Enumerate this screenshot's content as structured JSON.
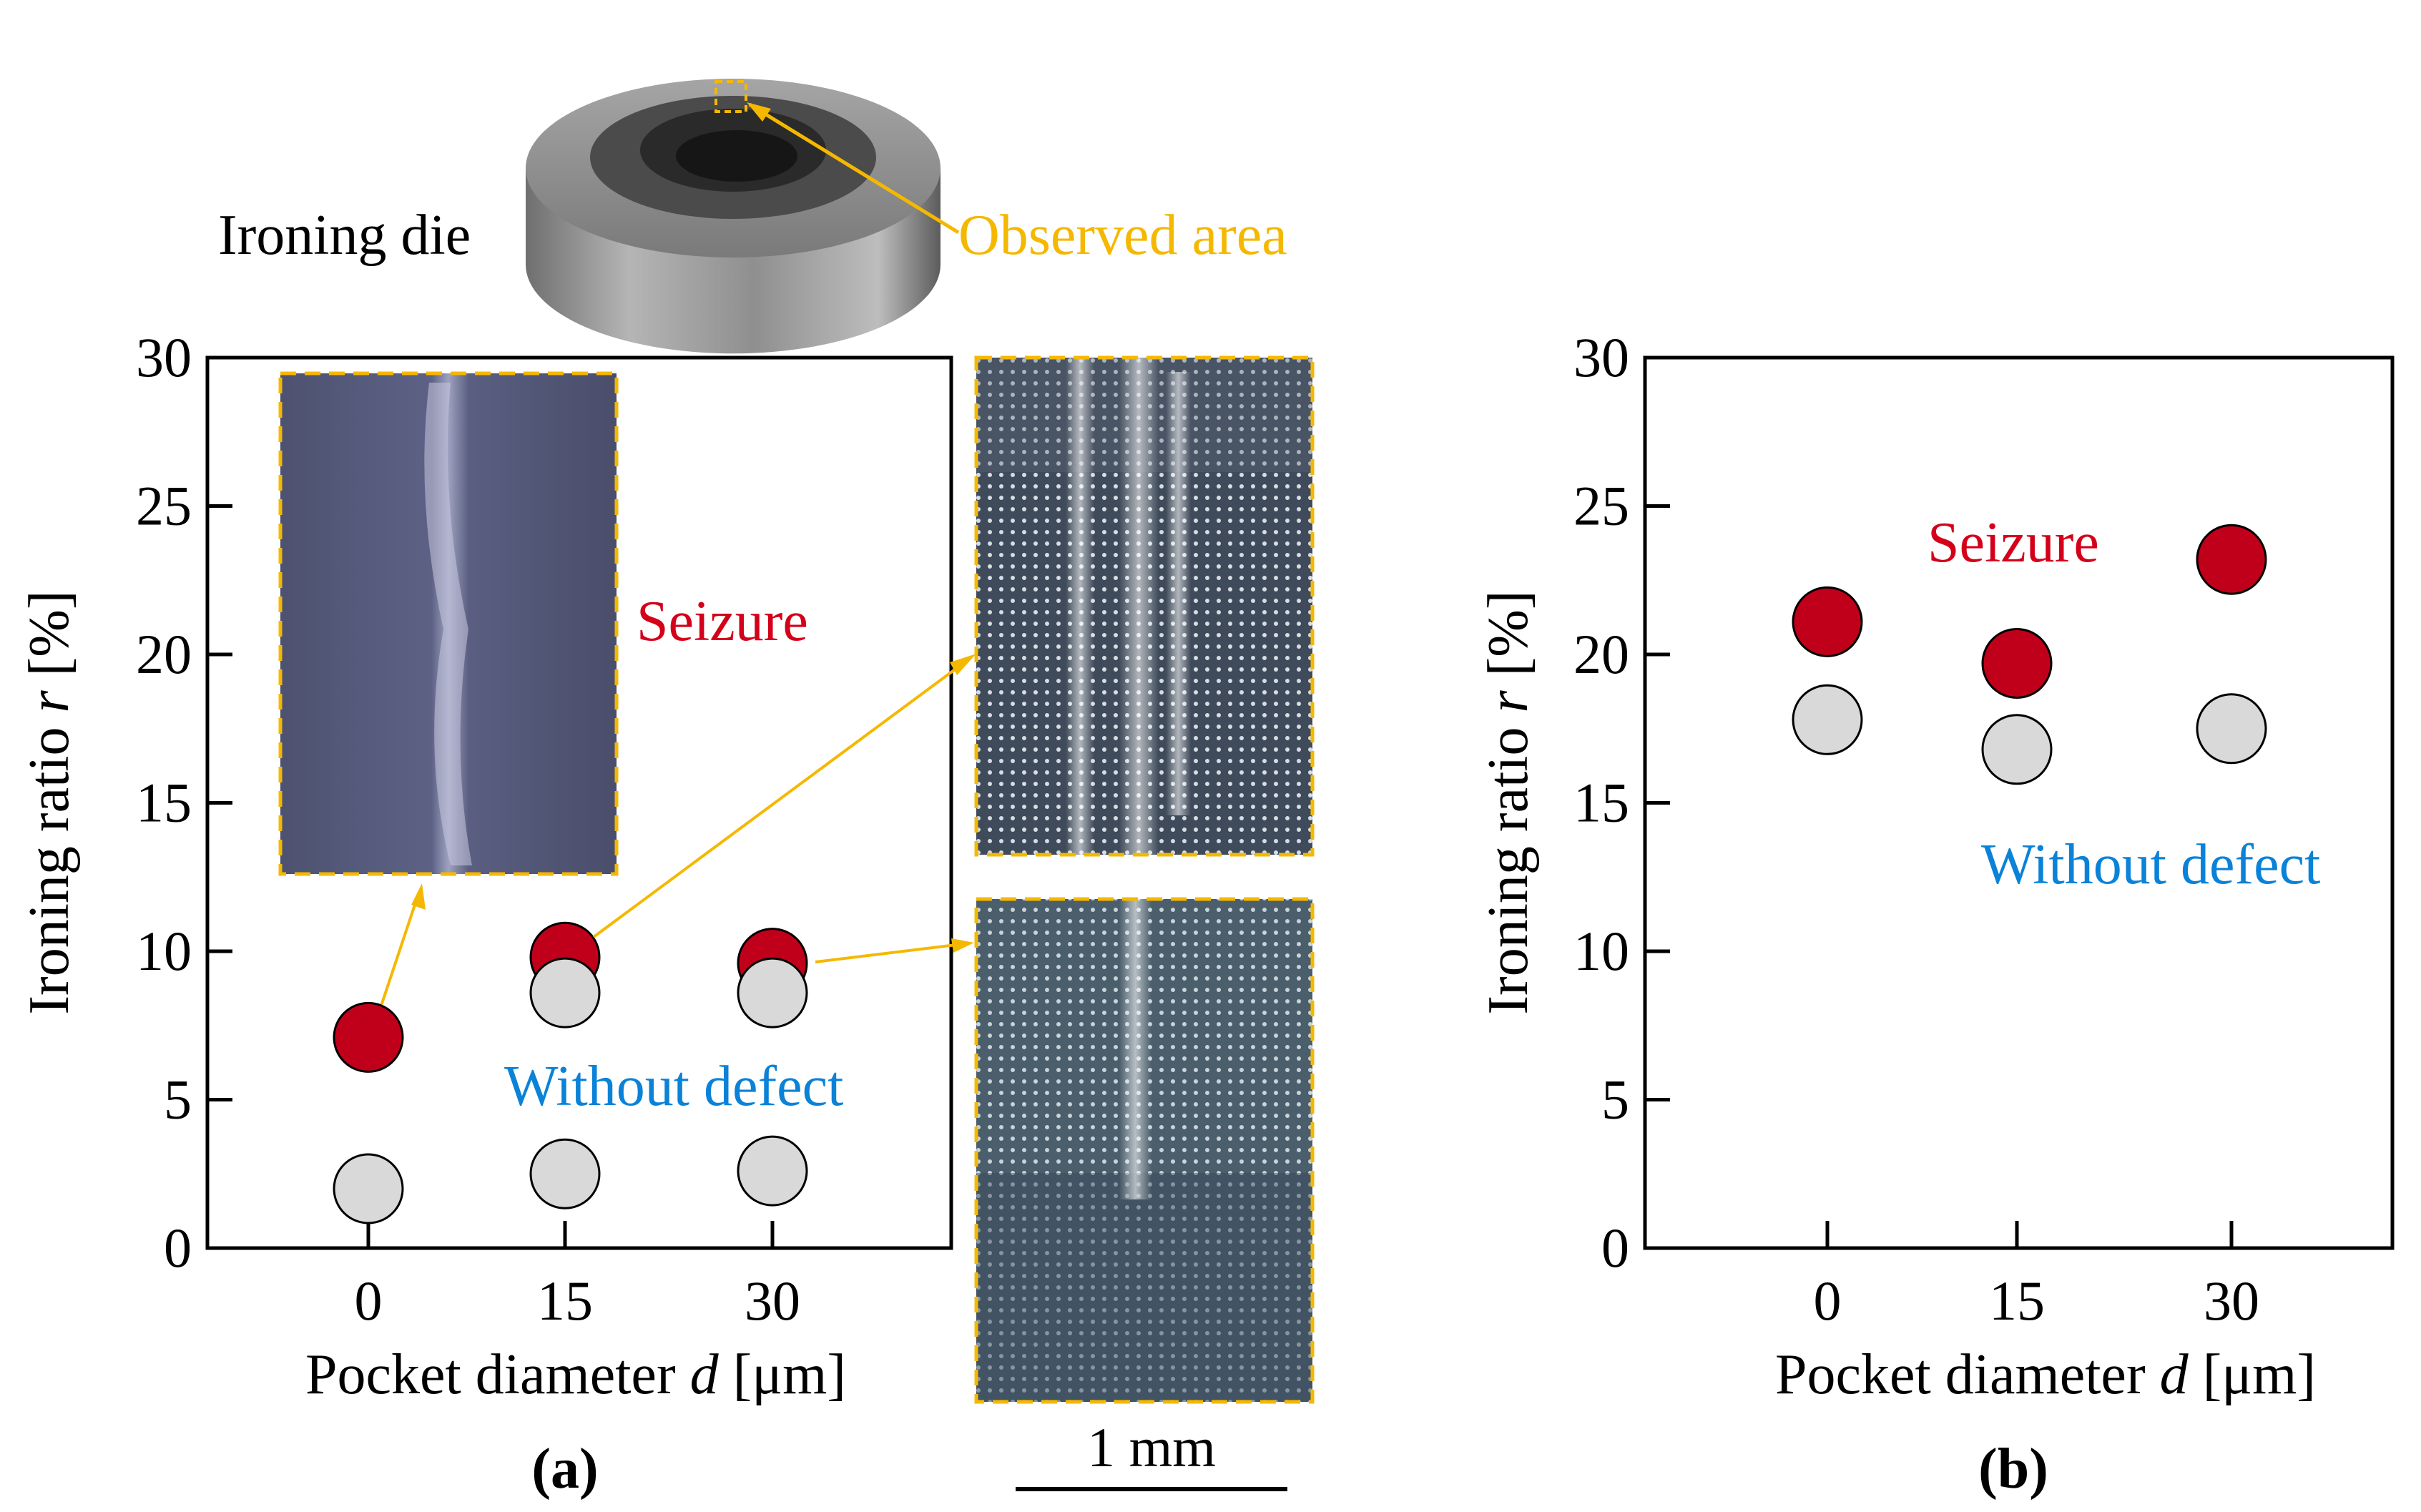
{
  "die_label": "Ironing die",
  "observed_label": "Observed area",
  "scale_bar_label": "1 mm",
  "colors": {
    "seizure": "#c0001a",
    "without_defect": "#d9d9d9",
    "seizure_text": "#d4001a",
    "without_defect_text": "#0a82d8",
    "callout": "#f5b800"
  },
  "chart_data": [
    {
      "type": "scatter",
      "panel_label": "(a)",
      "xlabel_main": "Pocket diameter ",
      "xlabel_var": "d",
      "xlabel_unit": " [μm]",
      "ylabel_main": "Ironing ratio ",
      "ylabel_var": "r",
      "ylabel_unit": " [%]",
      "x_ticks": [
        "0",
        "15",
        "30"
      ],
      "y_ticks": [
        "0",
        "5",
        "10",
        "15",
        "20",
        "25",
        "30"
      ],
      "ylim": [
        0,
        30
      ],
      "region_labels": {
        "seizure": "Seizure",
        "without_defect": "Without defect"
      },
      "series": [
        {
          "name": "Seizure",
          "points": [
            [
              0,
              7.1
            ],
            [
              15,
              9.8
            ],
            [
              30,
              9.6
            ]
          ]
        },
        {
          "name": "Without defect",
          "points": [
            [
              0,
              2.0
            ],
            [
              15,
              2.5
            ],
            [
              30,
              2.6
            ],
            [
              15,
              8.6
            ],
            [
              30,
              8.6
            ]
          ]
        }
      ]
    },
    {
      "type": "scatter",
      "panel_label": "(b)",
      "xlabel_main": "Pocket diameter ",
      "xlabel_var": "d",
      "xlabel_unit": " [μm]",
      "ylabel_main": "Ironing ratio ",
      "ylabel_var": "r",
      "ylabel_unit": " [%]",
      "x_ticks": [
        "0",
        "15",
        "30"
      ],
      "y_ticks": [
        "0",
        "5",
        "10",
        "15",
        "20",
        "25",
        "30"
      ],
      "ylim": [
        0,
        30
      ],
      "region_labels": {
        "seizure": "Seizure",
        "without_defect": "Without defect"
      },
      "series": [
        {
          "name": "Seizure",
          "points": [
            [
              0,
              21.1
            ],
            [
              15,
              19.7
            ],
            [
              30,
              23.2
            ]
          ]
        },
        {
          "name": "Without defect",
          "points": [
            [
              0,
              17.8
            ],
            [
              15,
              16.8
            ],
            [
              30,
              17.5
            ]
          ]
        }
      ]
    }
  ]
}
